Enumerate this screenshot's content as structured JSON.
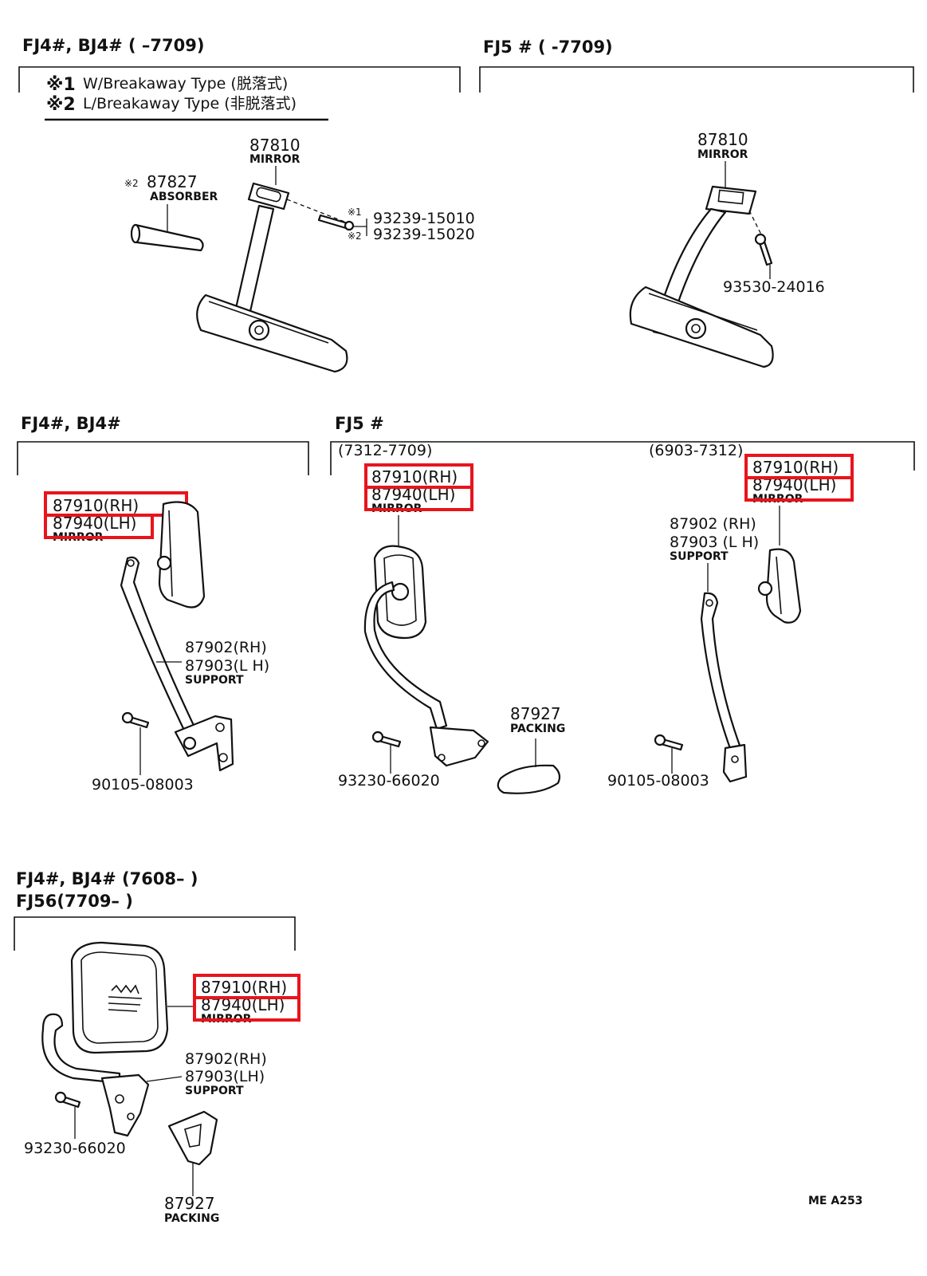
{
  "sections": {
    "top_left": {
      "title": "FJ4#, BJ4# (        –7709)"
    },
    "top_right": {
      "title": "FJ5 #   (        -7709)"
    },
    "mid_left": {
      "title": "FJ4#, BJ4#"
    },
    "mid_right": {
      "title": "FJ5 #",
      "range_a": "(7312-7709)",
      "range_b": "(6903-7312)"
    },
    "bottom": {
      "title_line1": "FJ4#, BJ4# (7608–        )",
      "title_line2": "FJ56(7709–        )"
    }
  },
  "notes": {
    "note1_mark": "※1",
    "note1_text": "W/Breakaway Type (脱落式)",
    "note2_mark": "※2",
    "note2_text": "L/Breakaway Type (非脱落式)"
  },
  "labels": {
    "tl_mirror_num": "87810",
    "tl_mirror_name": "MIRROR",
    "tl_absorber_mark": "※2",
    "tl_absorber_num": "87827",
    "tl_absorber_name": "ABSORBER",
    "tl_screw1_mark": "※1",
    "tl_screw1_num": "93239-15010",
    "tl_screw2_mark": "※2",
    "tl_screw2_num": "93239-15020",
    "tr_mirror_num": "87810",
    "tr_mirror_name": "MIRROR",
    "tr_screw_num": "93530-24016",
    "ml_mirror_rh": "87910(RH)",
    "ml_mirror_lh": "87940(LH)",
    "ml_mirror_name": "MIRROR",
    "ml_support_rh": "87902(RH)",
    "ml_support_lh": "87903(L H)",
    "ml_support_name": "SUPPORT",
    "ml_bolt_num": "90105-08003",
    "ma_mirror_rh": "87910(RH)",
    "ma_mirror_lh": "87940(LH)",
    "ma_mirror_name": "MIRROR",
    "ma_packing_num": "87927",
    "ma_packing_name": "PACKING",
    "ma_bolt_num": "93230-66020",
    "mb_mirror_rh": "87910(RH)",
    "mb_mirror_lh": "87940(LH)",
    "mb_mirror_name": "MIRROR",
    "mb_support_rh": "87902 (RH)",
    "mb_support_lh": "87903 (L H)",
    "mb_support_name": "SUPPORT",
    "mb_bolt_num": "90105-08003",
    "b_mirror_rh": "87910(RH)",
    "b_mirror_lh": "87940(LH)",
    "b_mirror_name": "MIRROR",
    "b_support_rh": "87902(RH)",
    "b_support_lh": "87903(LH)",
    "b_support_name": "SUPPORT",
    "b_bolt_num": "93230-66020",
    "b_packing_num": "87927",
    "b_packing_name": "PACKING"
  },
  "footer": {
    "code": "ME  A253"
  },
  "colors": {
    "ink": "#111111",
    "highlight": "#e8141c",
    "paper": "#ffffff"
  }
}
